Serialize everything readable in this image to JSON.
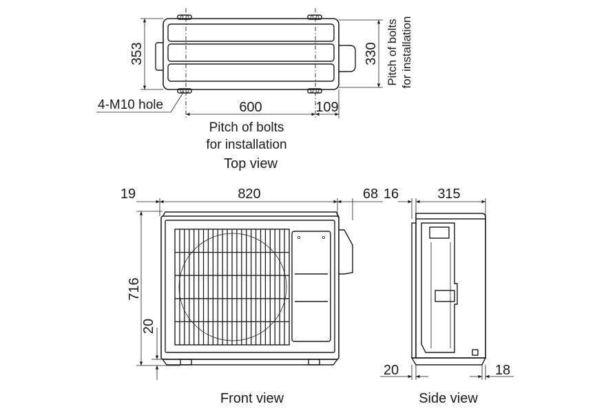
{
  "top_view": {
    "caption": "Top view",
    "dim_depth": "353",
    "dim_bolt_pitch_depth": "330",
    "dim_bolt_pitch_width": "600",
    "dim_offset": "109",
    "hole_label": "4-M10 hole",
    "pitch_note_line1": "Pitch of bolts",
    "pitch_note_line2": "for installation",
    "side_pitch_line1": "Pitch of bolts",
    "side_pitch_line2": "for installation"
  },
  "front_view": {
    "caption": "Front view",
    "dim_left": "19",
    "dim_width": "820",
    "dim_right": "68",
    "dim_height": "716",
    "dim_foot": "20"
  },
  "side_view": {
    "caption": "Side view",
    "dim_front": "16",
    "dim_depth": "315",
    "dim_bottom_left": "20",
    "dim_bottom_right": "18"
  }
}
